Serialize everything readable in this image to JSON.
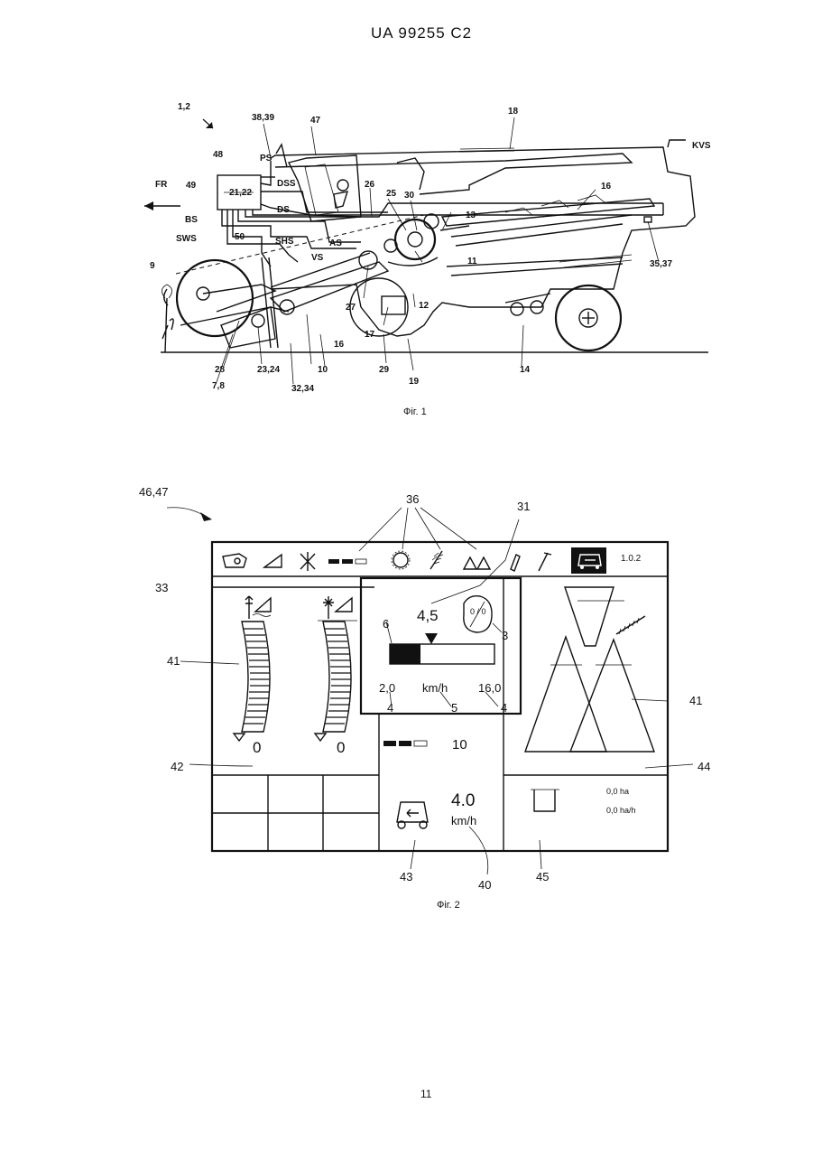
{
  "header": "UA   99255   C2",
  "page_number": "11",
  "fig1": {
    "caption": "Фіг. 1",
    "labels": {
      "l_1_2": "1,2",
      "l_38_39": "38,39",
      "l_47": "47",
      "l_18": "18",
      "l_kvs": "KVS",
      "l_48": "48",
      "l_ps": "PS",
      "l_fr": "FR",
      "l_49": "49",
      "l_21_22": "21,22",
      "l_dss": "DSS",
      "l_26": "26",
      "l_25": "25",
      "l_30": "30",
      "l_16": "16",
      "l_ds": "DS",
      "l_13": "13",
      "l_bs": "BS",
      "l_sws": "SWS",
      "l_50": "50",
      "l_shs": "SHS",
      "l_as": "AS",
      "l_vs": "VS",
      "l_11": "11",
      "l_35_37": "35,37",
      "l_9": "9",
      "l_12": "12",
      "l_27": "27",
      "l_17": "17",
      "l_16b": "16",
      "l_28": "28",
      "l_23_24": "23,24",
      "l_10": "10",
      "l_29": "29",
      "l_14": "14",
      "l_7_8": "7,8",
      "l_32_34": "32,34",
      "l_19": "19"
    }
  },
  "fig2": {
    "caption": "Фіг. 2",
    "callouts": {
      "c_46_47": "46,47",
      "c_36": "36",
      "c_31": "31",
      "c_33": "33",
      "c_41a": "41",
      "c_41b": "41",
      "c_42": "42",
      "c_44": "44",
      "c_43": "43",
      "c_40": "40",
      "c_45": "45",
      "c_6": "6",
      "c_3": "3",
      "c_4a": "4",
      "c_5": "5",
      "c_4b": "4"
    },
    "screen": {
      "version": "1.0.2",
      "set_value": "4,5",
      "gauge_icon_text": "0 / 0",
      "scale_min": "2,0",
      "scale_unit": "km/h",
      "scale_max": "16,0",
      "left_value_a": "0",
      "left_value_b": "0",
      "center_value": "10",
      "speed_value": "4.0",
      "speed_unit": "km/h",
      "area_total": "0,0 ha",
      "area_rate": "0,0 ha/h"
    }
  }
}
